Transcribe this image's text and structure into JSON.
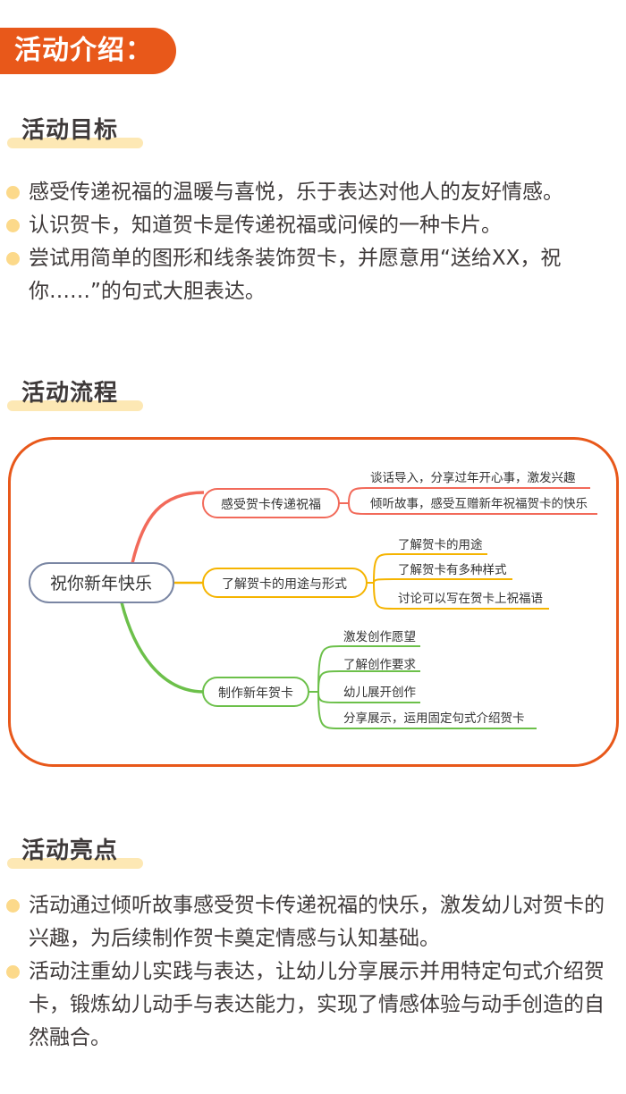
{
  "banner": {
    "title": "活动介绍：",
    "color": "#e8581a"
  },
  "goals": {
    "title": "活动目标",
    "items": [
      "感受传递祝福的温暖与喜悦，乐于表达对他人的友好情感。",
      "认识贺卡，知道贺卡是传递祝福或问候的一种卡片。",
      "尝试用简单的图形和线条装饰贺卡，并愿意用“送给XX，祝你……”的句式大胆表达。"
    ]
  },
  "process": {
    "title": "活动流程",
    "mindmap": {
      "root": "祝你新年快乐",
      "branches": [
        {
          "label": "感受贺卡传递祝福",
          "color": "#f26a5a",
          "children": [
            "谈话导入，分享过年开心事，激发兴趣",
            "倾听故事，感受互赠新年祝福贺卡的快乐"
          ]
        },
        {
          "label": "了解贺卡的用途与形式",
          "color": "#f5b400",
          "children": [
            "了解贺卡的用途",
            "了解贺卡有多种样式",
            "讨论可以写在贺卡上祝福语"
          ]
        },
        {
          "label": "制作新年贺卡",
          "color": "#6cc04a",
          "children": [
            "激发创作愿望",
            "了解创作要求",
            "幼儿展开创作",
            "分享展示，运用固定句式介绍贺卡"
          ]
        }
      ]
    }
  },
  "highlights": {
    "title": "活动亮点",
    "items": [
      "活动通过倾听故事感受贺卡传递祝福的快乐，激发幼儿对贺卡的兴趣，为后续制作贺卡奠定情感与认知基础。",
      "活动注重幼儿实践与表达，让幼儿分享展示并用特定句式介绍贺卡，锻炼幼儿动手与表达能力，实现了情感体验与动手创造的自然融合。"
    ]
  }
}
